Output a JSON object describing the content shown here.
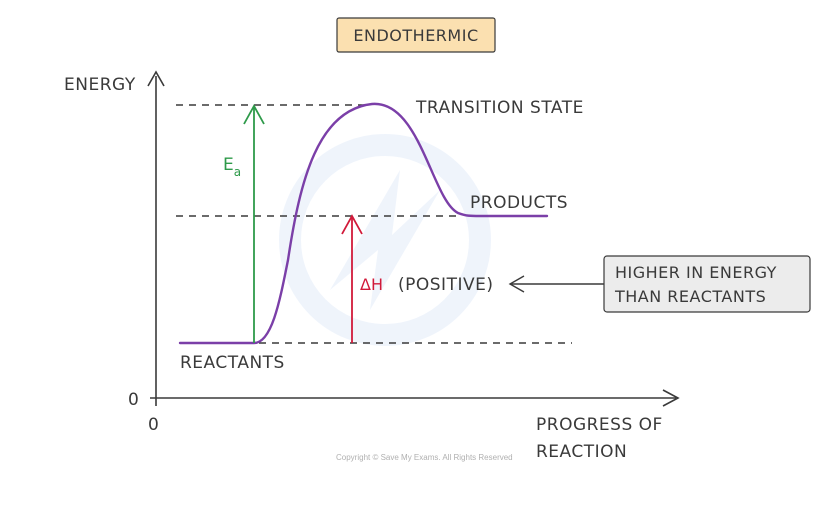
{
  "title": "ENDOTHERMIC",
  "axes": {
    "y_label": "ENERGY",
    "y_zero": "0",
    "x_zero": "0",
    "x_label_line1": "PROGRESS  OF",
    "x_label_line2": "REACTION"
  },
  "labels": {
    "transition_state": "TRANSITION  STATE",
    "products": "PRODUCTS",
    "reactants": "REACTANTS",
    "ea_main": "E",
    "ea_sub": "a",
    "delta_h": "ΔH",
    "delta_h_note": "(POSITIVE)"
  },
  "callout": {
    "line1": "HIGHER  IN  ENERGY",
    "line2": "THAN  REACTANTS"
  },
  "copyright": "Copyright © Save My Exams. All Rights Reserved",
  "colors": {
    "curve": "#7b3fa8",
    "ea_arrow": "#2e9a4a",
    "delta_h_arrow": "#d11a3a",
    "title_bg": "#fbe0b0",
    "callout_bg": "#ececec",
    "axis": "#3a3a3a"
  }
}
